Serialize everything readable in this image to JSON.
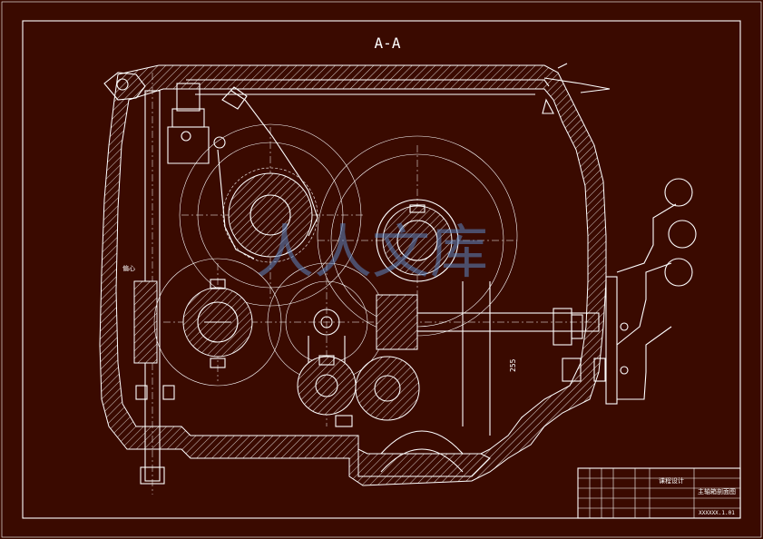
{
  "drawing": {
    "section_label": "A-A",
    "dimension_label": "255",
    "annotation_label": "偏心"
  },
  "title_block": {
    "design_title": "课程设计",
    "drawing_name": "主轴箱剖面图",
    "drawing_number": "XXXXXX.1.01"
  },
  "watermark": {
    "text": "人人文库"
  },
  "colors": {
    "background": "#3a0a00",
    "line": "#ffffff",
    "watermark": "#5b86c4"
  }
}
